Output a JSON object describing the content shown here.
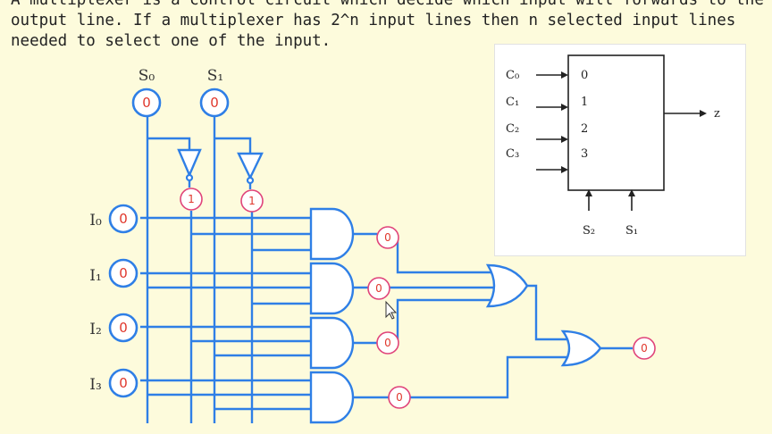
{
  "intro_text": "A multiplexer is a control circuit which decide which input will forwards to the output line. If a multiplexer has 2^n input lines then n selected input lines needed to select one of the input.",
  "circuit": {
    "select_inputs": [
      {
        "label": "S₀",
        "value": "0"
      },
      {
        "label": "S₁",
        "value": "0"
      }
    ],
    "inverter_outputs": [
      "1",
      "1"
    ],
    "data_inputs": [
      {
        "label": "I₀",
        "value": "0"
      },
      {
        "label": "I₁",
        "value": "0"
      },
      {
        "label": "I₂",
        "value": "0"
      },
      {
        "label": "I₃",
        "value": "0"
      }
    ],
    "and_outputs": [
      "0",
      "0",
      "0",
      "0"
    ],
    "output": "0"
  },
  "block_diagram": {
    "inputs": [
      "C₀",
      "C₁",
      "C₂",
      "C₃"
    ],
    "input_indices": [
      "0",
      "1",
      "2",
      "3"
    ],
    "selects": [
      "S₂",
      "S₁"
    ],
    "output": "z"
  }
}
